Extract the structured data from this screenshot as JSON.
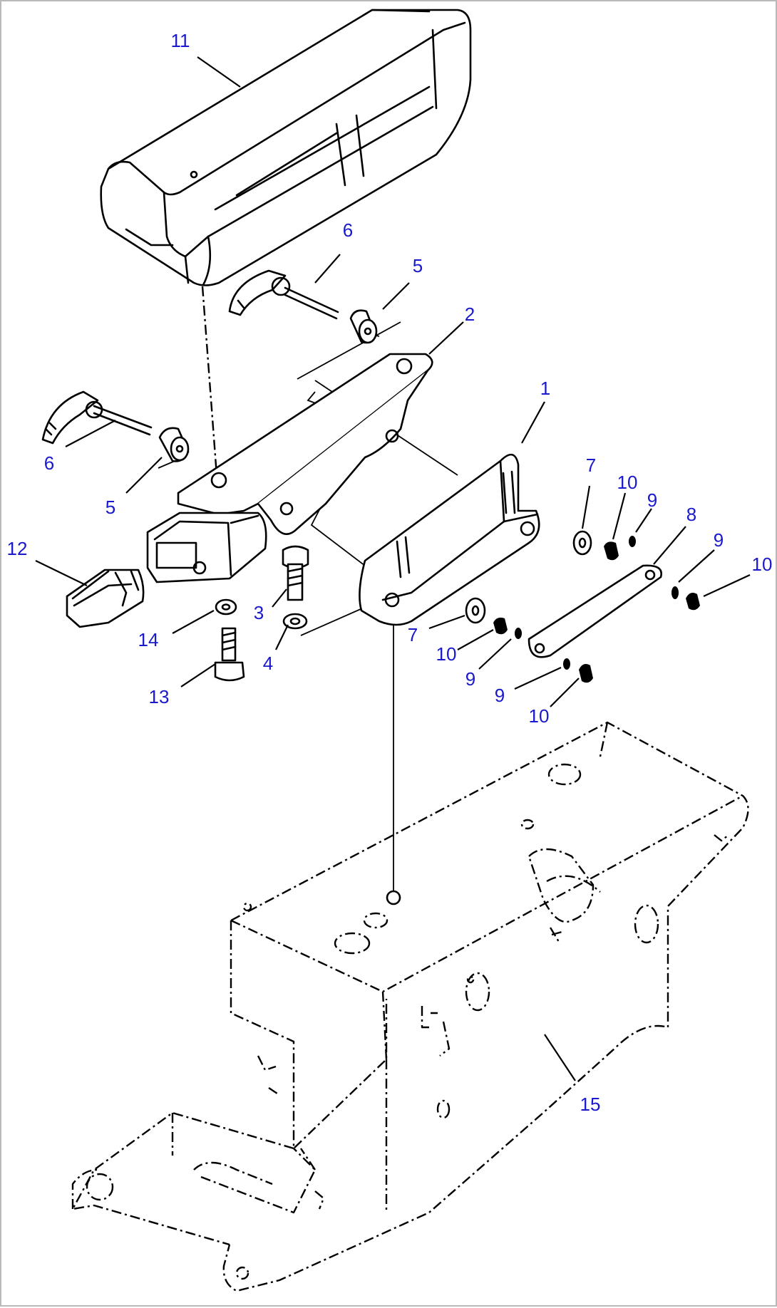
{
  "diagram": {
    "callouts": [
      {
        "id": "c11",
        "text": "11"
      },
      {
        "id": "c6a",
        "text": "6"
      },
      {
        "id": "c5a",
        "text": "5"
      },
      {
        "id": "c2",
        "text": "2"
      },
      {
        "id": "c1",
        "text": "1"
      },
      {
        "id": "c6b",
        "text": "6"
      },
      {
        "id": "c5b",
        "text": "5"
      },
      {
        "id": "c7a",
        "text": "7"
      },
      {
        "id": "c10a",
        "text": "10"
      },
      {
        "id": "c9a",
        "text": "9"
      },
      {
        "id": "c8",
        "text": "8"
      },
      {
        "id": "c9b",
        "text": "9"
      },
      {
        "id": "c10b",
        "text": "10"
      },
      {
        "id": "c12",
        "text": "12"
      },
      {
        "id": "c3",
        "text": "3"
      },
      {
        "id": "c14",
        "text": "14"
      },
      {
        "id": "c4",
        "text": "4"
      },
      {
        "id": "c7b",
        "text": "7"
      },
      {
        "id": "c10c",
        "text": "10"
      },
      {
        "id": "c9c",
        "text": "9"
      },
      {
        "id": "c9d",
        "text": "9"
      },
      {
        "id": "c13",
        "text": "13"
      },
      {
        "id": "c10d",
        "text": "10"
      },
      {
        "id": "c15",
        "text": "15"
      }
    ],
    "colors": {
      "callout_text": "#1a1acc",
      "line_art": "#000000",
      "background": "#ffffff"
    }
  }
}
